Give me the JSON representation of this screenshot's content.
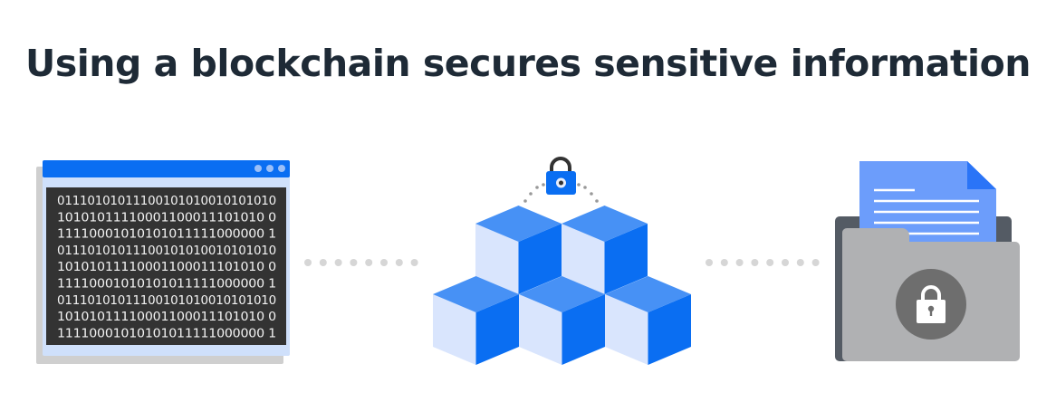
{
  "title": "Using a blockchain secures sensitive information",
  "binary_lines": [
    "01110101011100101010010101010",
    "10101011110001100011101010 0",
    "11110001010101011111000000 1",
    "01110101011100101010010101010",
    "10101011110001100011101010 0",
    "11110001010101011111000000 1",
    "01110101011100101010010101010",
    "10101011110001100011101010 0",
    "11110001010101011111000000 1"
  ],
  "colors": {
    "title": "#1e2a36",
    "brand_blue": "#0a6ef2",
    "light_blue": "#d9e5fd",
    "mid_blue": "#4791f5",
    "dark_screen": "#333333",
    "folder_front": "#b0b1b3",
    "folder_back": "#545b64",
    "document": "#6c9dfb"
  }
}
